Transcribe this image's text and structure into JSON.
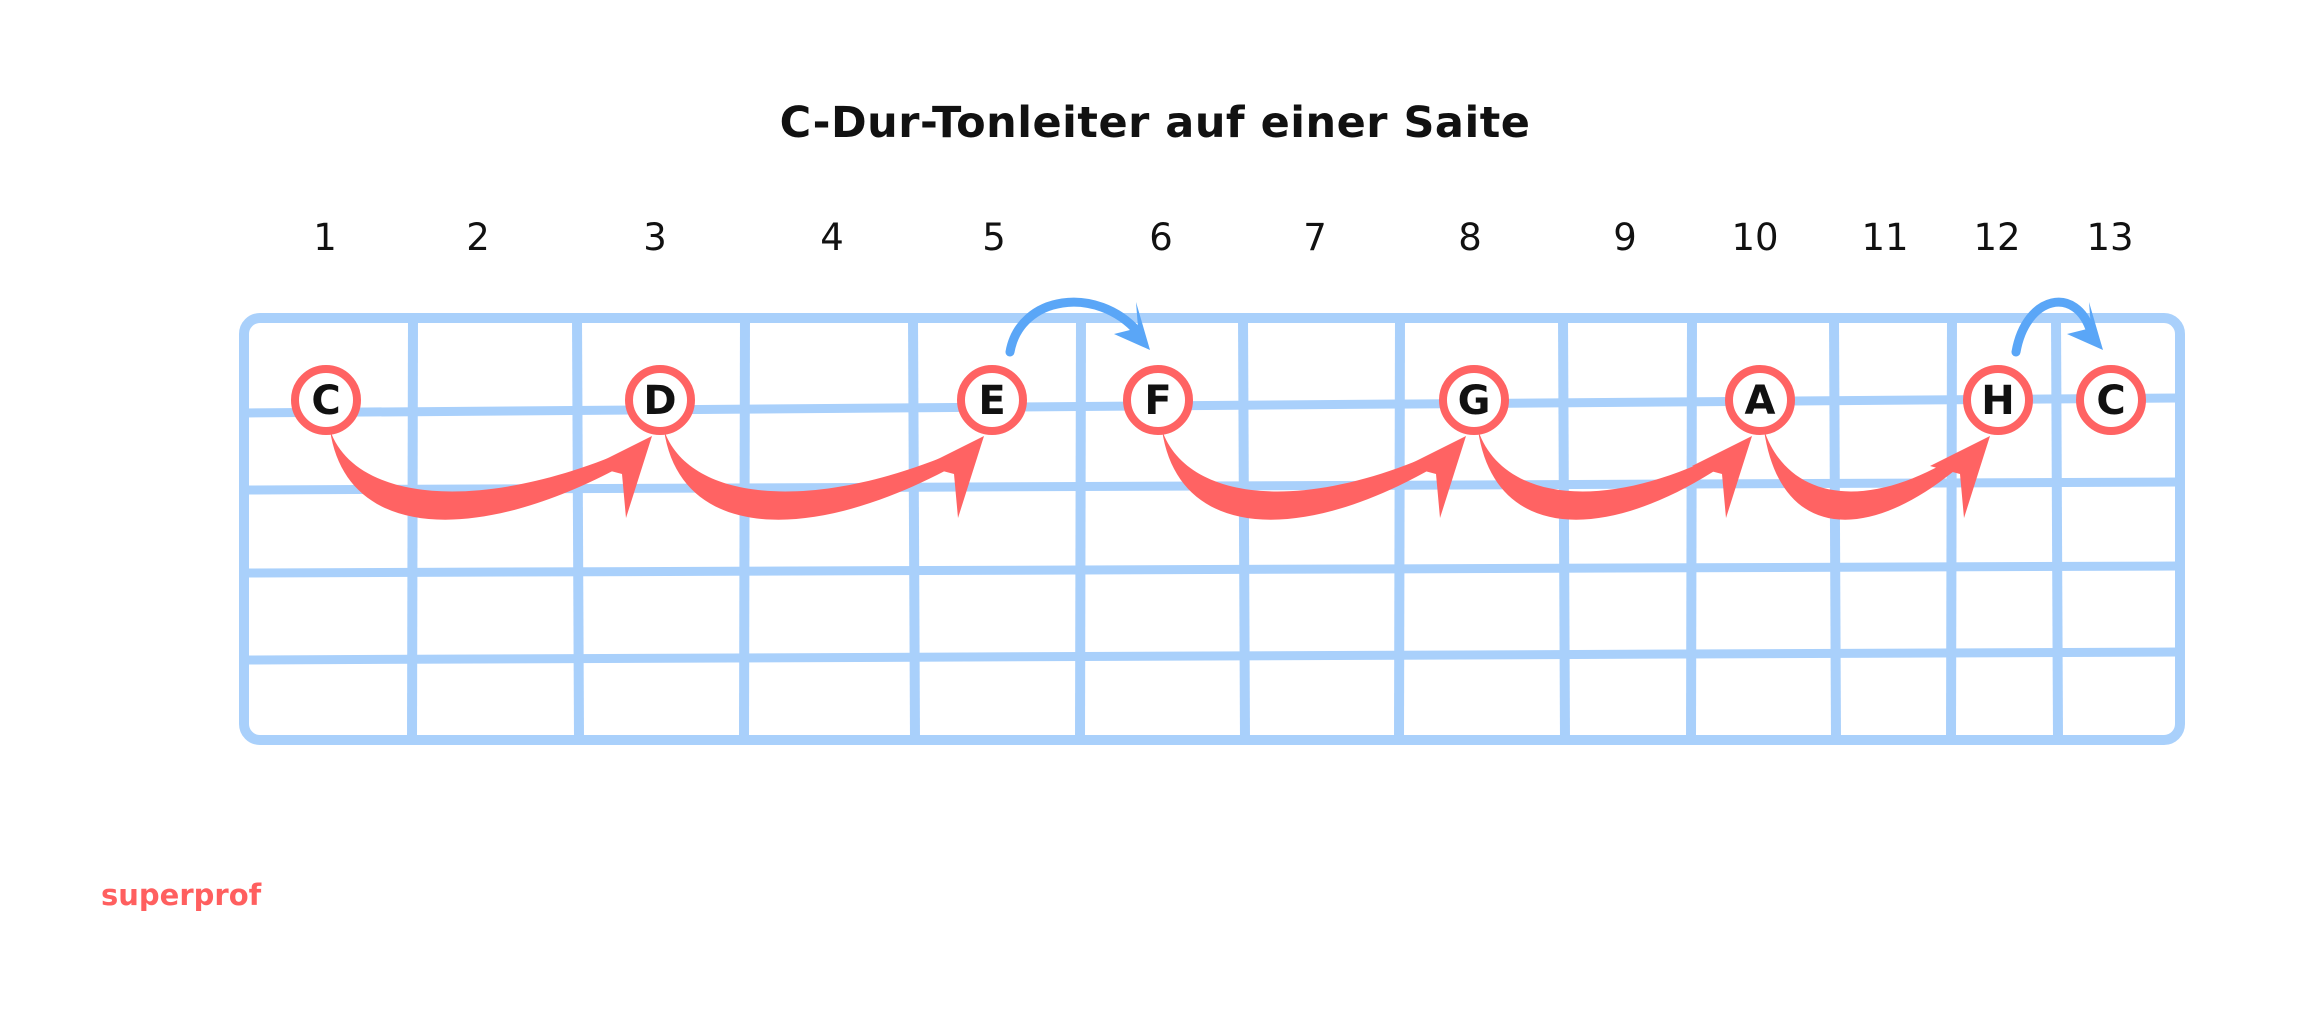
{
  "title": "C-Dur-Tonleiter auf einer Saite",
  "brand": "superprof",
  "colors": {
    "grid": "#a9d0fb",
    "note_ring": "#ff6363",
    "step_arrow": "#ff6363",
    "halfstep_arrow": "#5aa6f7",
    "brand": "#ff5f5f"
  },
  "fret_numbers": [
    "1",
    "2",
    "3",
    "4",
    "5",
    "6",
    "7",
    "8",
    "9",
    "10",
    "11",
    "12",
    "13"
  ],
  "notes": [
    {
      "label": "C",
      "fret": "1"
    },
    {
      "label": "D",
      "fret": "3"
    },
    {
      "label": "E",
      "fret": "5"
    },
    {
      "label": "F",
      "fret": "6"
    },
    {
      "label": "G",
      "fret": "8"
    },
    {
      "label": "A",
      "fret": "10"
    },
    {
      "label": "H",
      "fret": "12"
    },
    {
      "label": "C",
      "fret": "13"
    }
  ],
  "steps": [
    {
      "from": "C",
      "to": "D",
      "type": "whole"
    },
    {
      "from": "D",
      "to": "E",
      "type": "whole"
    },
    {
      "from": "E",
      "to": "F",
      "type": "half"
    },
    {
      "from": "F",
      "to": "G",
      "type": "whole"
    },
    {
      "from": "G",
      "to": "A",
      "type": "whole"
    },
    {
      "from": "A",
      "to": "H",
      "type": "whole"
    },
    {
      "from": "H",
      "to": "C",
      "type": "half"
    }
  ]
}
